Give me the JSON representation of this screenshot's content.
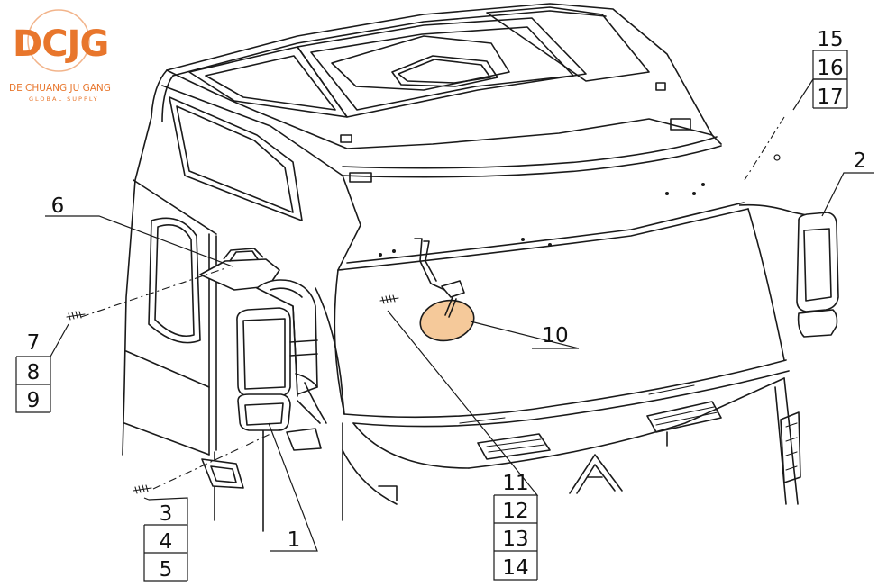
{
  "logo": {
    "name": "DCJG",
    "subtitle": "DE CHUANG JU GANG",
    "tagline": "GLOBAL SUPPLY",
    "color": "#e8762c"
  },
  "callouts": {
    "c1": "1",
    "c2": "2",
    "c3": "3",
    "c4": "4",
    "c5": "5",
    "c6": "6",
    "c7": "7",
    "c8": "8",
    "c9": "9",
    "c10": "10",
    "c11": "11",
    "c12": "12",
    "c13": "13",
    "c14": "14",
    "c15": "15",
    "c16": "16",
    "c17": "17"
  },
  "colors": {
    "line": "#1a1a1a",
    "highlight": "#f5c99a",
    "background": "#ffffff"
  }
}
